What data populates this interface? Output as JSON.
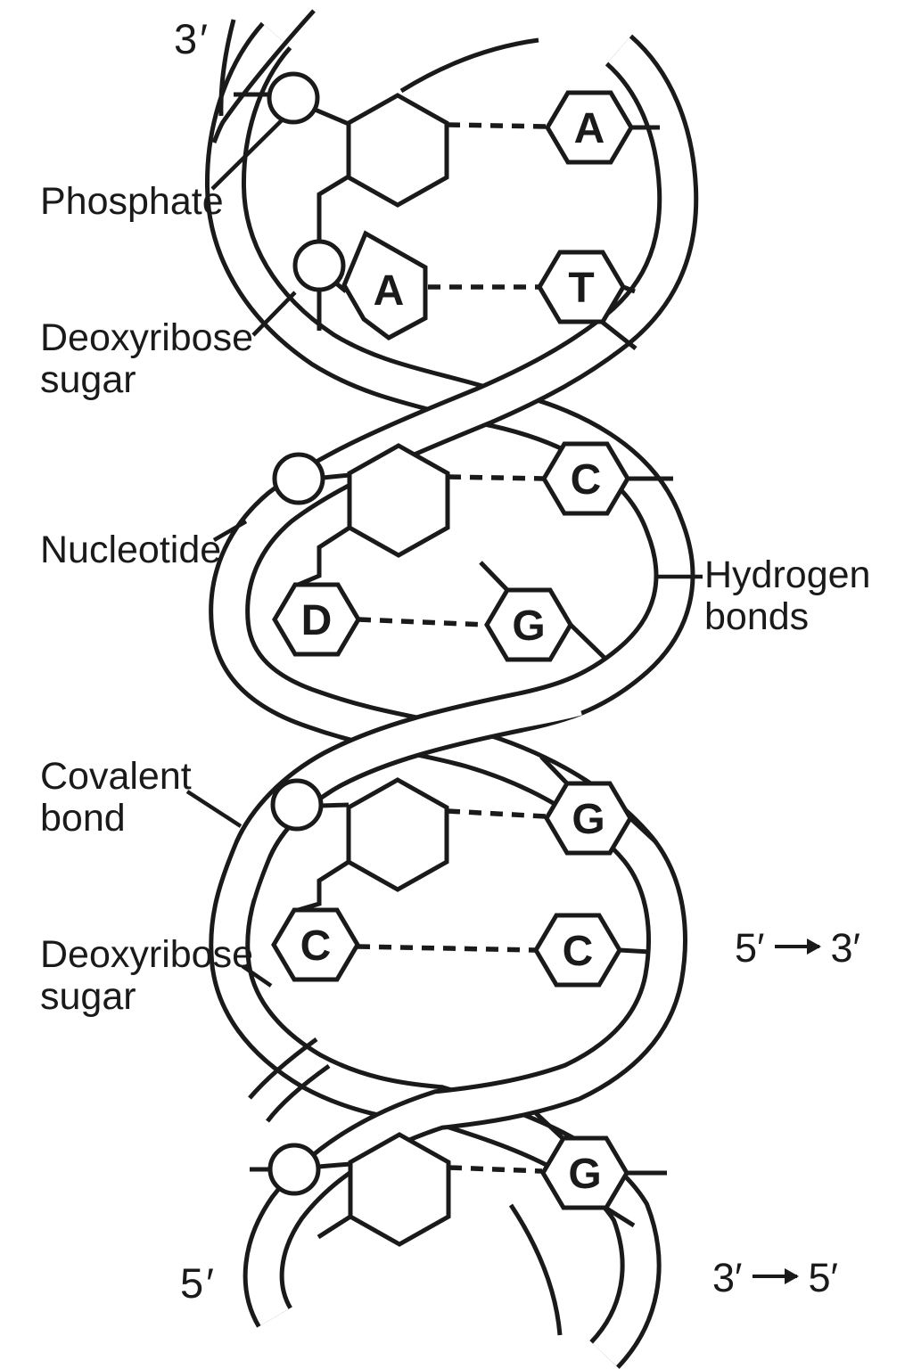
{
  "colors": {
    "line": "#1a1a1a",
    "background": "#ffffff"
  },
  "labels": {
    "terminal_top_left": "3′",
    "terminal_bottom_left": "5′",
    "phosphate": "Phosphate",
    "deoxyribose_sugar_upper": {
      "line1": "Deoxyribose",
      "line2": "sugar"
    },
    "nucleotide": "Nucleotide",
    "hydrogen_bonds": {
      "line1": "Hydrogen",
      "line2": "bonds"
    },
    "covalent_bond": {
      "line1": "Covalent",
      "line2": "bond"
    },
    "deoxyribose_sugar_lower": {
      "line1": "Deoxyribose",
      "line2": "sugar"
    },
    "direction_upper_right": {
      "from": "5′",
      "to": "3′"
    },
    "direction_lower_right": {
      "from": "3′",
      "to": "5′"
    }
  },
  "strands": {
    "left_units": [
      {
        "phosphate": true,
        "sugar": true,
        "base": ""
      },
      {
        "phosphate": true,
        "sugar": false,
        "base": "A"
      },
      {
        "phosphate": true,
        "sugar": true,
        "base": "D"
      },
      {
        "phosphate": true,
        "sugar": true,
        "base": "C"
      },
      {
        "phosphate": true,
        "sugar": true,
        "base": ""
      }
    ],
    "right_bases": [
      "A",
      "T",
      "C",
      "G",
      "G",
      "C",
      "G"
    ]
  },
  "base_pairs": [
    {
      "left": "sugar",
      "right": "A"
    },
    {
      "left": "A",
      "right": "T"
    },
    {
      "left": "sugar",
      "right": "C"
    },
    {
      "left": "D",
      "right": "G"
    },
    {
      "left": "sugar",
      "right": "G"
    },
    {
      "left": "C",
      "right": "C"
    },
    {
      "left": "sugar",
      "right": "G"
    }
  ]
}
